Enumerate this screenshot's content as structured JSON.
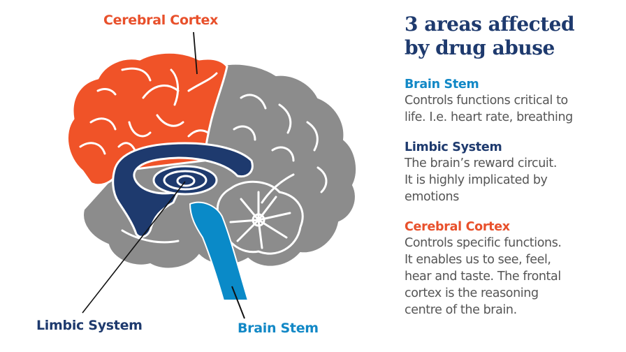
{
  "diagram": {
    "labels": {
      "cerebral_cortex": "Cerebral Cortex",
      "limbic_system": "Limbic System",
      "brain_stem": "Brain Stem"
    },
    "colors": {
      "cortex": "#f05328",
      "limbic": "#1e3a6e",
      "brain_stem": "#0a8ac8",
      "brain_other": "#8c8c8c",
      "title": "#1e3a6e",
      "body_text": "#555555"
    }
  },
  "panel": {
    "title_line1": "3 areas affected",
    "title_line2": "by drug abuse",
    "sections": [
      {
        "heading": "Brain Stem",
        "color": "#1288c6",
        "lines": [
          "Controls functions critical to",
          "life. I.e. heart rate, breathing"
        ]
      },
      {
        "heading": "Limbic System",
        "color": "#1e3a6e",
        "lines": [
          "The brain’s reward circuit.",
          "It is highly implicated by",
          "emotions"
        ]
      },
      {
        "heading": "Cerebral Cortex",
        "color": "#e8502b",
        "lines": [
          "Controls specific functions.",
          "It enables us to see, feel,",
          "hear and taste. The frontal",
          "cortex is the reasoning",
          "centre of the brain."
        ]
      }
    ]
  }
}
